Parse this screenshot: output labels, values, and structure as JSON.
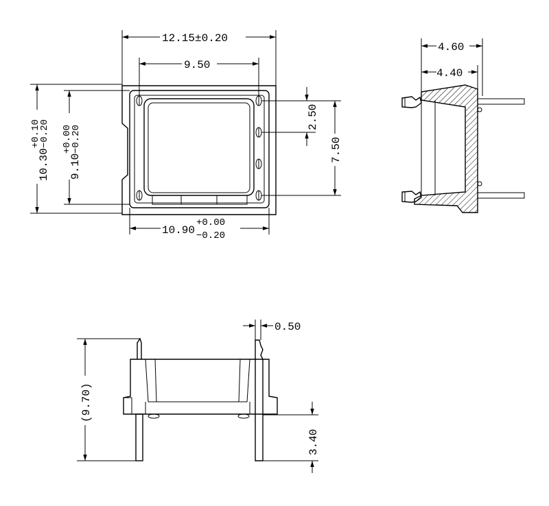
{
  "drawing": {
    "top_view": {
      "overall_width": "12.15±0.20",
      "pin_pitch_width": "9.50",
      "overall_height_nominal": "10.30",
      "overall_height_tol_plus": "+0.10",
      "overall_height_tol_minus": "−0.20",
      "inner_height_nominal": "9.10",
      "inner_height_tol_plus": "+0.00",
      "inner_height_tol_minus": "−0.20",
      "body_width_nominal": "10.90",
      "body_width_tol_plus": "+0.00",
      "body_width_tol_minus": "−0.20",
      "pin_pitch": "2.50",
      "pin_span": "7.50"
    },
    "side_section": {
      "outer_depth": "4.60",
      "inner_depth": "4.40"
    },
    "front_view": {
      "total_height": "(9.70)",
      "wall_thickness": "0.50",
      "pin_length": "3.40"
    },
    "colors": {
      "line": "#000000",
      "background": "#ffffff",
      "body_fill": "#ffffff"
    }
  }
}
